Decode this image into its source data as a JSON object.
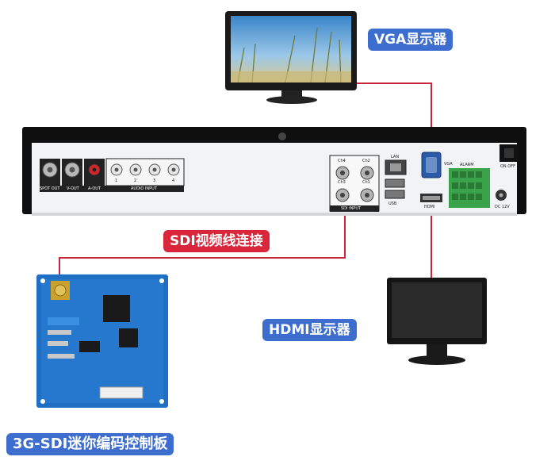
{
  "labels": {
    "vga_monitor": "VGA显示器",
    "sdi_cable": "SDI视频线连接",
    "hdmi_monitor": "HDMI显示器",
    "encoder_board": "3G-SDI迷你编码控制板"
  },
  "panel": {
    "spot_out": "SPOT OUT",
    "v_out": "V-OUT",
    "a_out": "A-OUT",
    "audio_input": "AUDIO INPUT",
    "audio_numbers": [
      "1",
      "2",
      "3",
      "4"
    ],
    "ch4": "Ch4",
    "ch2": "Ch2",
    "ch3": "Ch3",
    "ch1": "Ch1",
    "sdi_input": "SDI INPUT",
    "lan": "LAN",
    "usb": "USB",
    "vga": "VGA",
    "hdmi": "HDMI",
    "on_off": "ON  OFF",
    "dc": "DC 12V",
    "alarm": "ALARM"
  },
  "colors": {
    "label_blue": "#3d6ecf",
    "label_red": "#d9263a",
    "connector_line": "#c8283c",
    "board_blue": "#1f6fc4"
  }
}
